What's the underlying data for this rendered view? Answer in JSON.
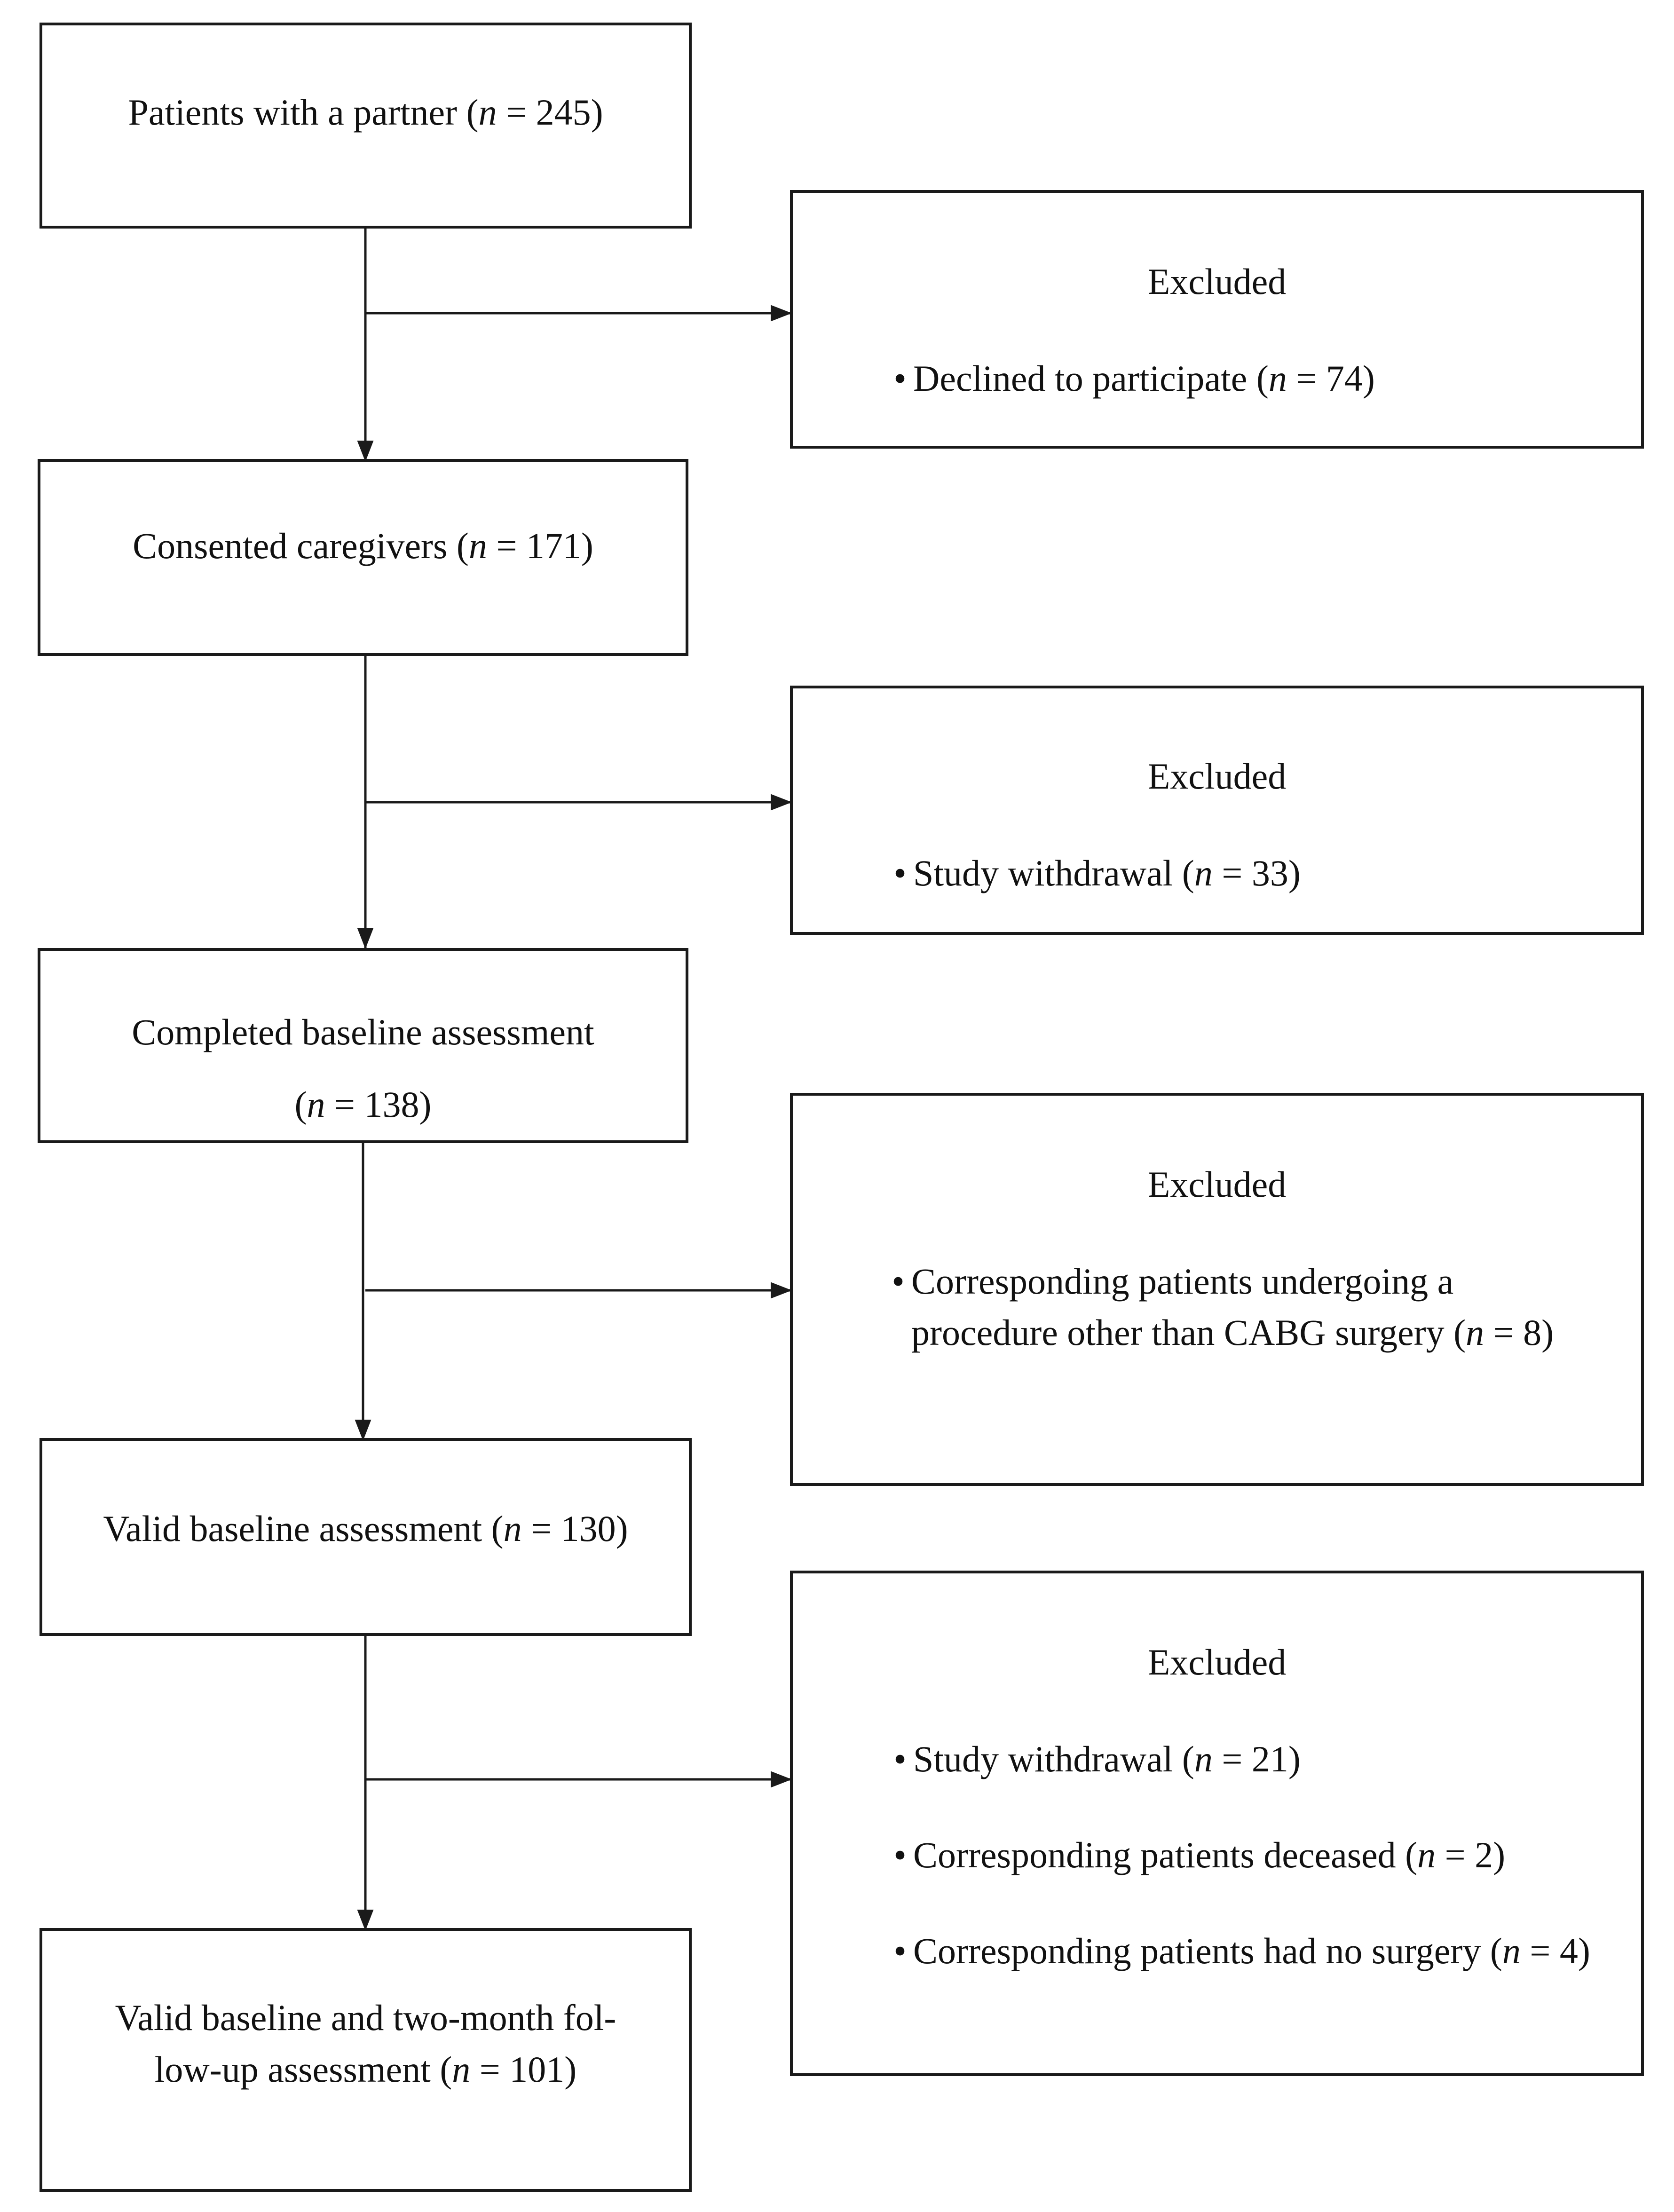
{
  "boxes": {
    "b1": "Patients with a partner (n = 245)",
    "b2": "Consented caregivers (n = 171)",
    "b3_line1": "Completed baseline assessment",
    "b3_line2": "(n = 138)",
    "b4": "Valid baseline assessment (n = 130)",
    "b5_line1": "Valid baseline and two-month fol-",
    "b5_line2": "low-up assessment (n = 101)"
  },
  "excluded": [
    {
      "title": "Excluded",
      "items": [
        "Declined to participate (n = 74)"
      ]
    },
    {
      "title": "Excluded",
      "items": [
        "Study withdrawal (n = 33)"
      ]
    },
    {
      "title": "Excluded",
      "items": [
        "Corresponding patients undergoing a procedure other than CABG surgery (n = 8)"
      ]
    },
    {
      "title": "Excluded",
      "items": [
        "Study withdrawal (n = 21)",
        "Corresponding patients deceased (n = 2)",
        "Corresponding patients had no surgery (n = 4)"
      ]
    }
  ],
  "bullet_symbol": "•",
  "colors": {
    "line": "#1a1a1a",
    "text": "#111111",
    "background": "#ffffff"
  }
}
